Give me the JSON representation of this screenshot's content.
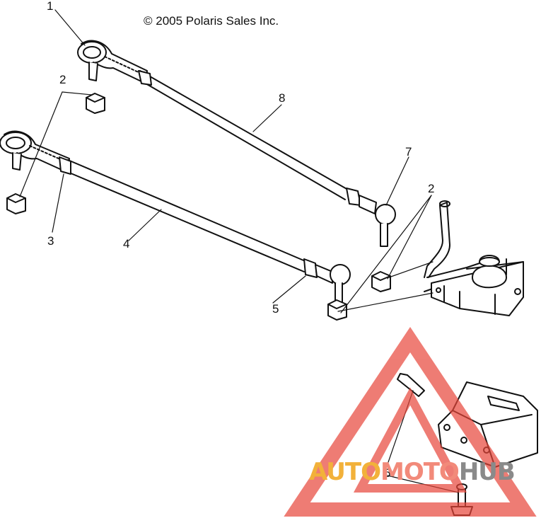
{
  "copyright": "© 2005 Polaris Sales Inc.",
  "callouts": {
    "c1": "1",
    "c2a": "2",
    "c2b": "2",
    "c3": "3",
    "c4": "4",
    "c5": "5",
    "c6": "6",
    "c7": "7",
    "c8": "8"
  },
  "watermark": {
    "part1": "AUTO",
    "part2": "MOTO",
    "part3": "HUB",
    "colors": {
      "auto": "#f2b13a",
      "moto": "#f28a7a",
      "hub": "#8a8a8a",
      "triangle": "#e8463a"
    }
  }
}
